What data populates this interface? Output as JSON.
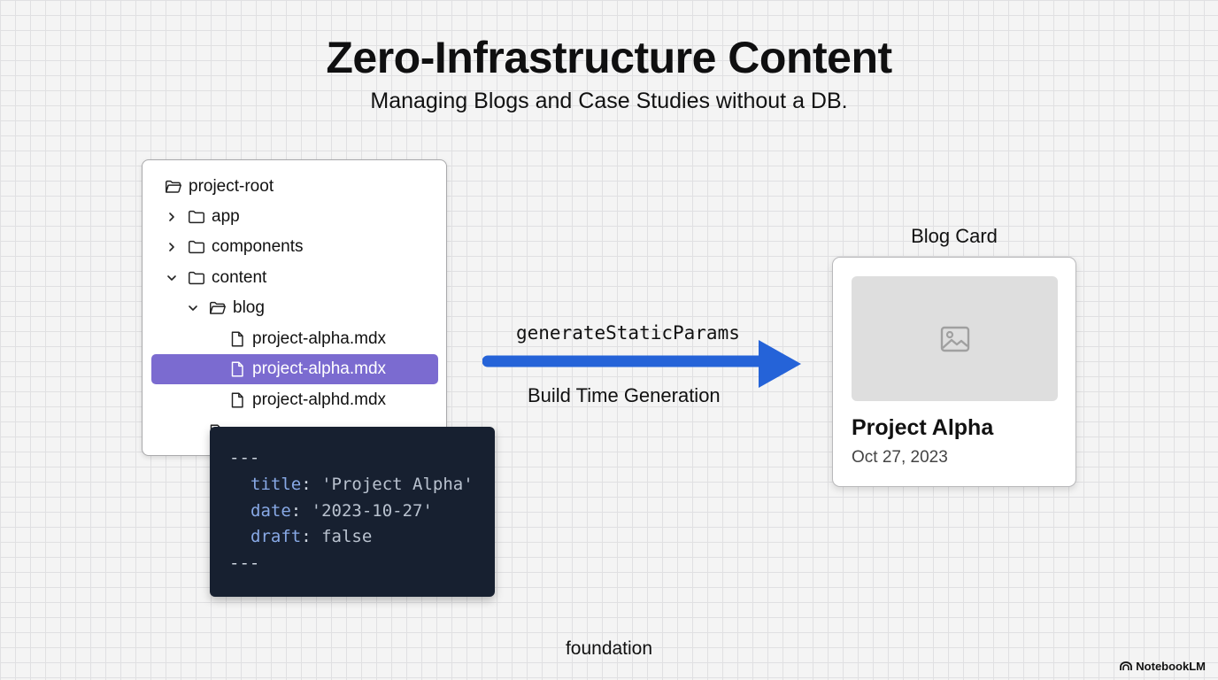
{
  "header": {
    "title": "Zero-Infrastructure Content",
    "subtitle": "Managing Blogs and Case Studies without a DB."
  },
  "file_tree": {
    "items": [
      {
        "label": "project-root",
        "icon": "folder-open-icon",
        "chevron": "none"
      },
      {
        "label": "app",
        "icon": "folder-icon",
        "chevron": "right"
      },
      {
        "label": "components",
        "icon": "folder-icon",
        "chevron": "right"
      },
      {
        "label": "content",
        "icon": "folder-icon",
        "chevron": "down"
      },
      {
        "label": "blog",
        "icon": "folder-open-icon",
        "chevron": "down"
      },
      {
        "label": "project-alpha.mdx",
        "icon": "file-icon",
        "chevron": "none"
      },
      {
        "label": "project-alpha.mdx",
        "icon": "file-icon",
        "chevron": "none",
        "selected": true
      },
      {
        "label": "project-alphd.mdx",
        "icon": "file-icon",
        "chevron": "none"
      }
    ],
    "selected_color": "#7b6bd0"
  },
  "frontmatter": {
    "delimiter": "---",
    "fields": [
      {
        "key": "title",
        "value": "'Project Alpha'"
      },
      {
        "key": "date",
        "value": "'2023-10-27'"
      },
      {
        "key": "draft",
        "value": "false"
      }
    ]
  },
  "arrow": {
    "function_label": "generateStaticParams",
    "caption": "Build Time Generation",
    "color": "#2563d8"
  },
  "blog_card": {
    "caption": "Blog Card",
    "image_icon": "image-icon",
    "title": "Project Alpha",
    "date": "Oct 27, 2023"
  },
  "footer": {
    "label": "foundation",
    "brand": "NotebookLM"
  }
}
